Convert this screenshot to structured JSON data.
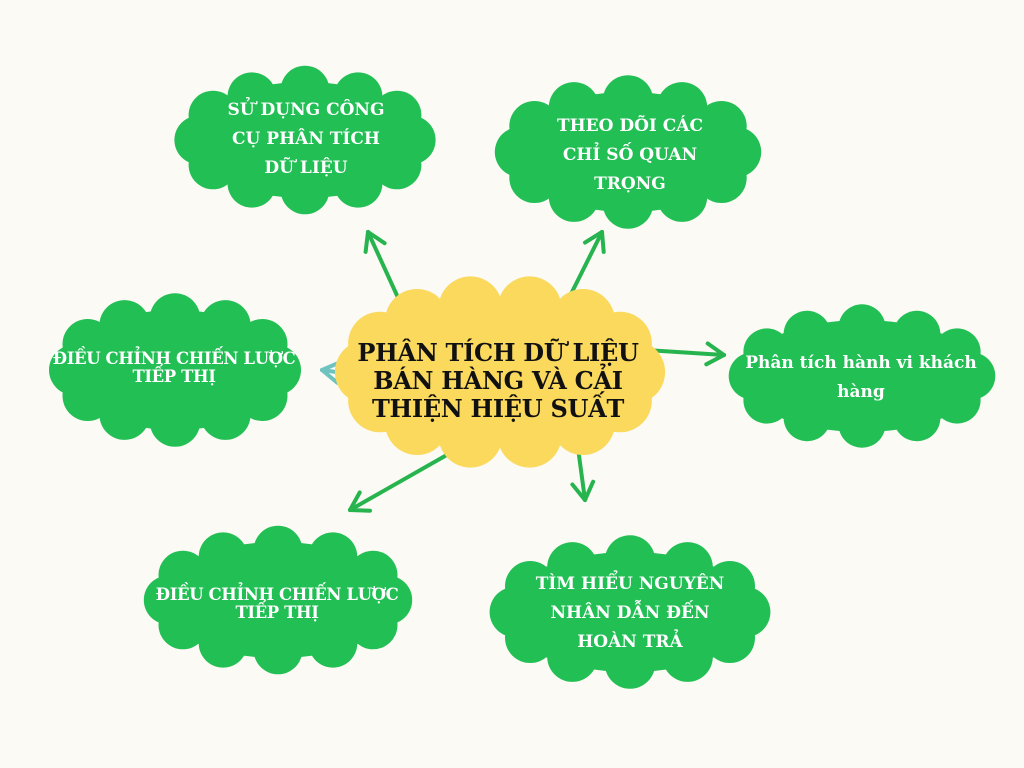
{
  "colors": {
    "background": "#fbfaf4",
    "center_cloud": "#fad95d",
    "node_cloud": "#22bf55",
    "arrow_green": "#27b44e",
    "arrow_teal": "#6fc3bf",
    "center_text": "#111111",
    "node_text": "#ffffff"
  },
  "diagram": {
    "center": {
      "text": "PHÂN TÍCH DỮ LIỆU\nBÁN HÀNG VÀ CẢI\nTHIỆN HIỆU SUẤT"
    },
    "nodes": {
      "top_left": {
        "text": "SỬ DỤNG CÔNG\nCỤ PHÂN TÍCH\nDỮ LIỆU"
      },
      "top_right": {
        "text": "THEO DÕI CÁC\nCHỈ SỐ QUAN\nTRỌNG"
      },
      "middle_left": {
        "text": "ĐIỀU CHỈNH CHIẾN LƯỢC\nTIẾP THỊ"
      },
      "middle_right": {
        "text": "Phân tích hành vi khách\nhàng"
      },
      "bottom_left": {
        "text": "ĐIỀU CHỈNH CHIẾN LƯỢC\nTIẾP THỊ"
      },
      "bottom_right": {
        "text": "TÌM HIỂU NGUYÊN\nNHÂN DẪN ĐẾN\nHOÀN TRẢ"
      }
    }
  }
}
